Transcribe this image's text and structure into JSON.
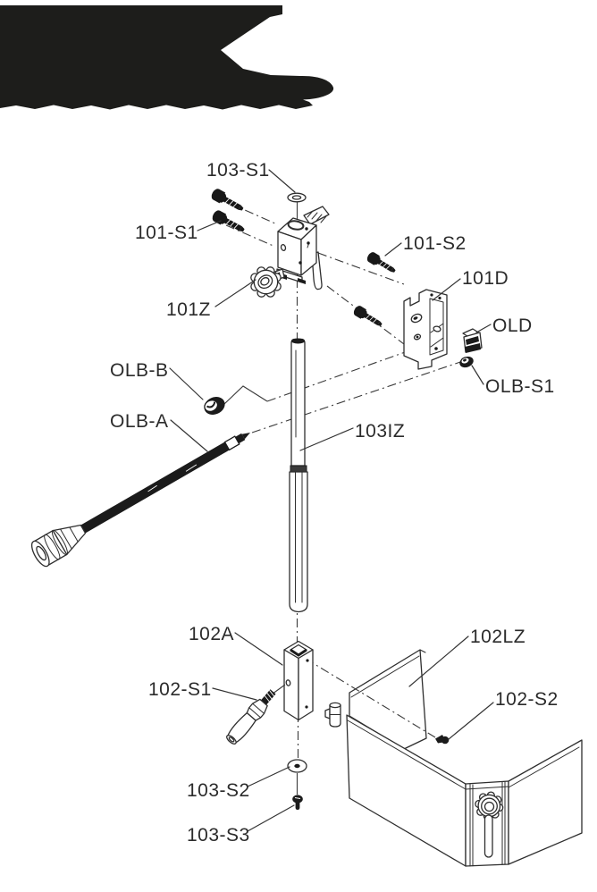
{
  "colors": {
    "ink": "#1d1d1b",
    "line": "#2e2e2e",
    "label": "#2b2b2b"
  },
  "header": {
    "style": "redacted-logo-banner"
  },
  "diagram": {
    "labels": [
      {
        "id": "103-S1",
        "text": "103-S1"
      },
      {
        "id": "101-S1",
        "text": "101-S1"
      },
      {
        "id": "101Z",
        "text": "101Z"
      },
      {
        "id": "101-S2",
        "text": "101-S2"
      },
      {
        "id": "101D",
        "text": "101D"
      },
      {
        "id": "OLD",
        "text": "OLD"
      },
      {
        "id": "OLB-S1",
        "text": "OLB-S1"
      },
      {
        "id": "OLB-B",
        "text": "OLB-B"
      },
      {
        "id": "OLB-A",
        "text": "OLB-A"
      },
      {
        "id": "103IZ",
        "text": "103IZ"
      },
      {
        "id": "102A",
        "text": "102A"
      },
      {
        "id": "102-S1",
        "text": "102-S1"
      },
      {
        "id": "102LZ",
        "text": "102LZ"
      },
      {
        "id": "102-S2",
        "text": "102-S2"
      },
      {
        "id": "103-S2",
        "text": "103-S2"
      },
      {
        "id": "103-S3",
        "text": "103-S3"
      }
    ]
  }
}
